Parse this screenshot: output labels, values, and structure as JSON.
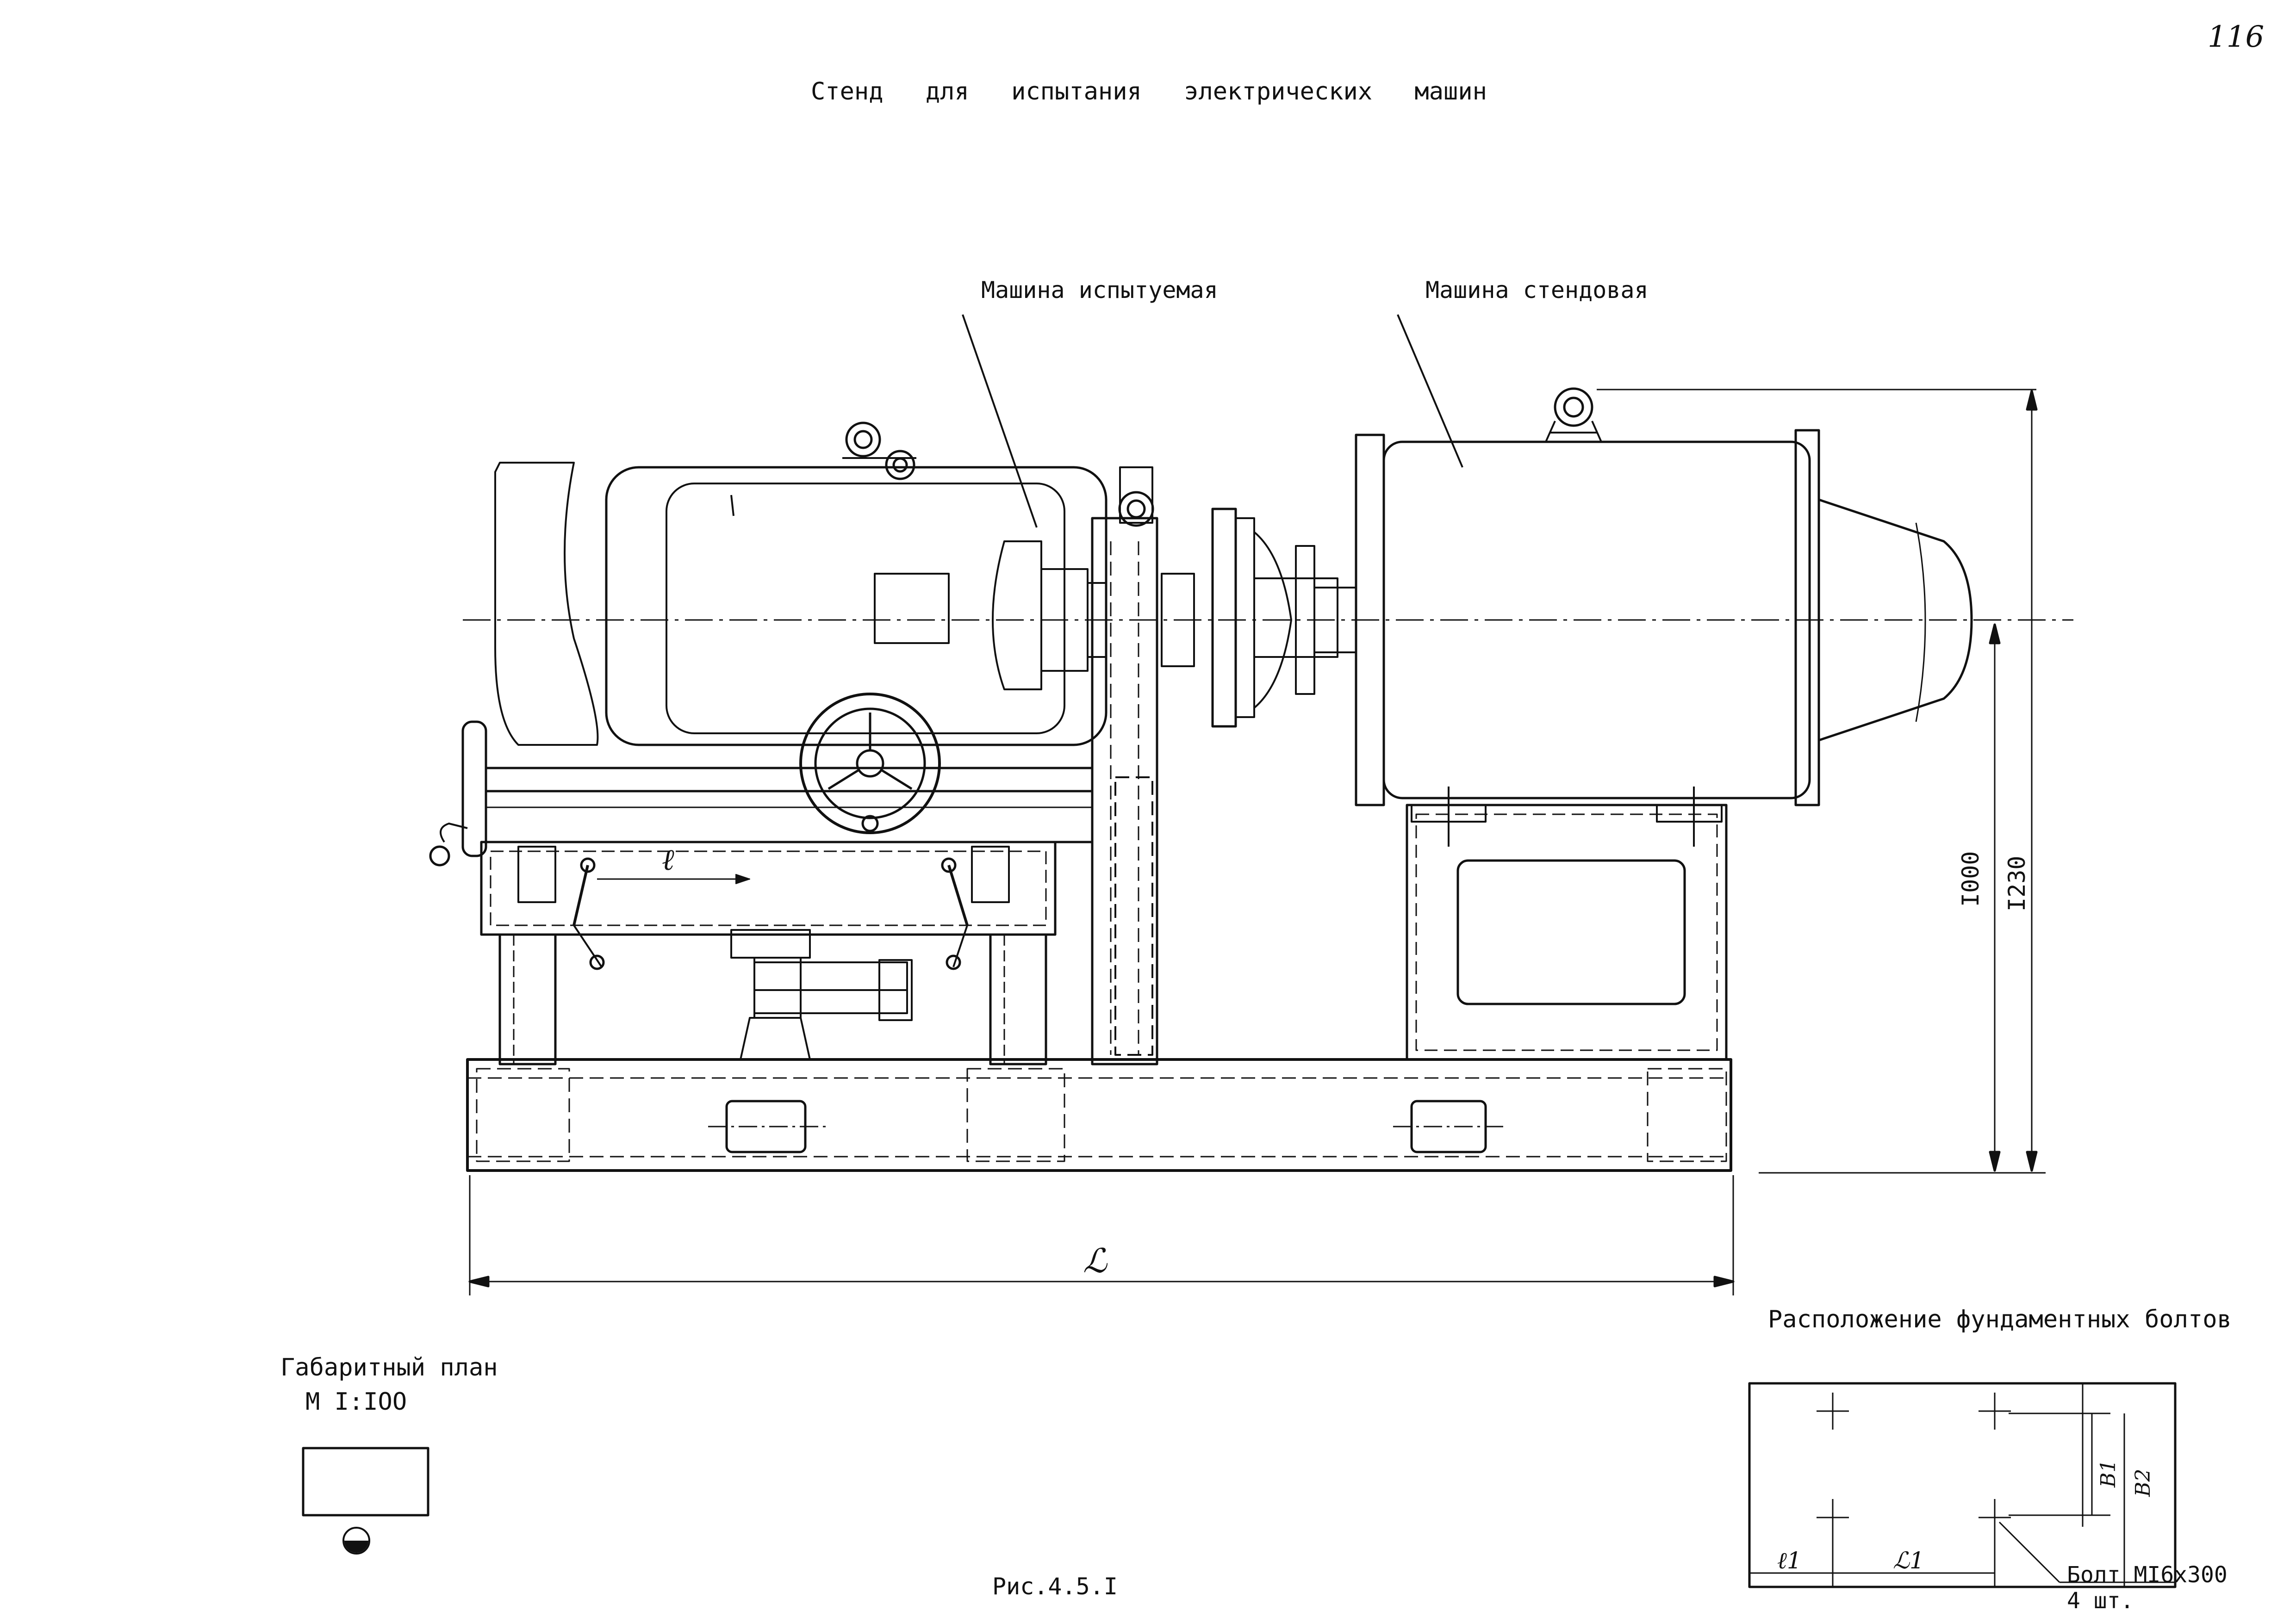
{
  "page_number": "116",
  "title": "Стенд для испытания электрических машин",
  "labels": {
    "tested_machine": "Машина испытуемая",
    "bench_machine": "Машина стендовая",
    "outline_plan": "Габаритный план",
    "scale": "М I:IOO",
    "bolts_layout": "Расположение фундаментных болтов",
    "figure": "Рис.4.5.I",
    "bolt": "Болт МI6х300",
    "bolt_qty": "4 шт."
  },
  "dimensions": {
    "height_axis": "I000",
    "height_total": "I230",
    "length_total": "ℒ",
    "travel": "ℓ",
    "b1": "B1",
    "b2": "B2",
    "l1_small": "ℓ1",
    "l1_large": "ℒ1"
  }
}
